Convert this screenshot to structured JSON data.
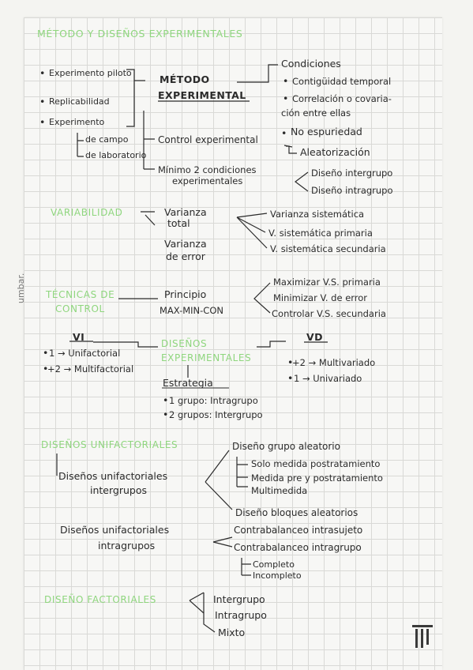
{
  "page": {
    "side_text": "umbar.",
    "colors": {
      "heading": "#8fd67e",
      "ink": "#2b2b2b",
      "grid": "#d9d9d6"
    }
  },
  "sections": {
    "title": "MÉTODO Y DISEÑOS EXPERIMENTALES",
    "metodo": {
      "left_items": [
        "Experimento piloto",
        "Replicabilidad",
        "Experimento"
      ],
      "experimento_sub": [
        "de campo",
        "de laboratorio"
      ],
      "center_title_1": "MÉTODO",
      "center_title_2": "EXPERIMENTAL",
      "condiciones": "Condiciones",
      "cond_items": [
        "Contigüidad temporal",
        "Correlación o covariación entre ellas",
        "No espuriedad"
      ],
      "cond_item_2_line1": "Correlación o covaria-",
      "cond_item_2_line2": "ción entre ellas",
      "aleatorizacion": "Aleatorización",
      "control": "Control experimental",
      "minimo_1": "Mínimo 2 condiciones",
      "minimo_2": "experimentales",
      "disenos": [
        "Diseño intergrupo",
        "Diseño intragrupo"
      ]
    },
    "variabilidad": {
      "heading": "VARIABILIDAD",
      "varianza_total_1": "Varianza",
      "varianza_total_2": "total",
      "varianza_error_1": "Varianza",
      "varianza_error_2": "de error",
      "right": [
        "Varianza sistemática",
        "V. sistemática primaria",
        "V. sistemática secundaria"
      ]
    },
    "tecnicas": {
      "heading_1": "TÉCNICAS DE",
      "heading_2": "CONTROL",
      "principio_1": "Principio",
      "principio_2": "MAX-MIN-CON",
      "right": [
        "Maximizar V.S. primaria",
        "Minimizar V. de error",
        "Controlar V.S. secundaria"
      ]
    },
    "disenos_exp": {
      "vi": "VI",
      "vi_items": [
        "1 → Unifactorial",
        "+2 → Multifactorial"
      ],
      "center_1": "DISEÑOS",
      "center_2": "EXPERIMENTALES",
      "vd": "VD",
      "vd_items": [
        "+2 → Multivariado",
        "1 → Univariado"
      ],
      "estrategia": "Estrategia",
      "estrategia_items": [
        "1 grupo: Intragrupo",
        "2 grupos: Intergrupo"
      ]
    },
    "unifactoriales": {
      "heading": "DISEÑOS UNIFACTORIALES",
      "inter_1": "Diseños unifactoriales",
      "inter_2": "intergrupos",
      "grupo_aleatorio": "Diseño grupo aleatorio",
      "ga_items": [
        "Solo medida postratamiento",
        "Medida pre y postratamiento",
        "Multimedida"
      ],
      "bloques": "Diseño bloques aleatorios",
      "intra_1": "Diseños unifactoriales",
      "intra_2": "intragrupos",
      "contrab_1": "Contrabalanceo intrasujeto",
      "contrab_2": "Contrabalanceo intragrupo",
      "contrab_items": [
        "Completo",
        "Incompleto"
      ]
    },
    "factoriales": {
      "heading": "DISEÑO FACTORIALES",
      "items": [
        "Intergrupo",
        "Intragrupo",
        "Mixto"
      ]
    }
  }
}
